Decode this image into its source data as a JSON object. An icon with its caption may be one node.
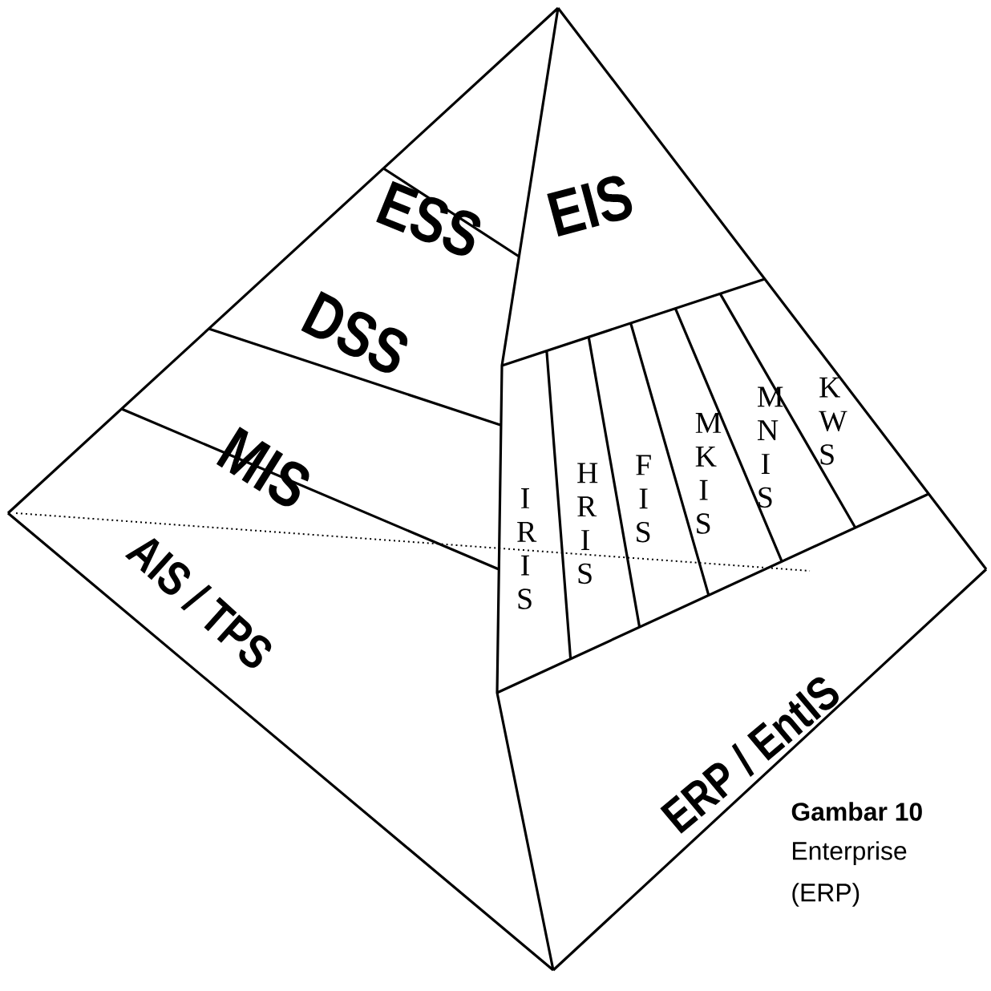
{
  "diagram": {
    "nodes": [
      {
        "text": [
          "ESS"
        ]
      },
      {
        "text": [
          "EIS"
        ]
      },
      {
        "text": [
          "DSS"
        ]
      },
      {
        "text": [
          "IRIS"
        ]
      },
      {
        "text": [
          "HRIS"
        ]
      },
      {
        "text": [
          "FIS"
        ]
      },
      {
        "text": [
          "MKIS"
        ]
      },
      {
        "text": [
          "MNIS"
        ]
      },
      {
        "text": [
          "KWS"
        ]
      },
      {
        "text": [
          "MIS"
        ]
      },
      {
        "text": [
          "AIS / TPS"
        ]
      },
      {
        "text": [
          "ERP / EntIS"
        ]
      }
    ],
    "labels": [
      "Gambar 10",
      "Enterprise",
      "(ERP)"
    ]
  }
}
